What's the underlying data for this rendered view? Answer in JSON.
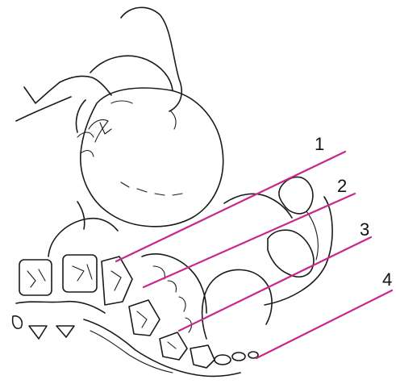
{
  "figure": {
    "line_color": "#c8288c",
    "planes": [
      {
        "label": "1"
      },
      {
        "label": "2"
      },
      {
        "label": "3"
      },
      {
        "label": "4"
      }
    ]
  }
}
